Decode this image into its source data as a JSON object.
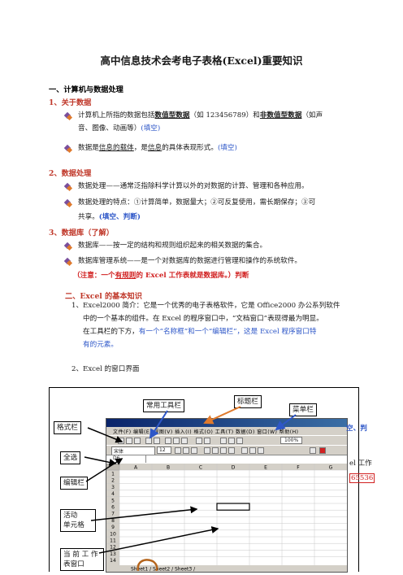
{
  "title": "高中信息技术会考电子表格(Excel)重要知识",
  "sec1": {
    "heading": "一、计算机与数据处理",
    "sub1": {
      "heading": "1、关于数据",
      "b1_a": "计算机上所指的数据包括",
      "b1_b": "数值型数据",
      "b1_c": "（如 123456789）和",
      "b1_d": "非数值型数据",
      "b1_e": "（如声",
      "b1_line2_a": "音、图像、动画等）",
      "b1_line2_b": "(填空)",
      "b2_a": "数据是",
      "b2_b": "信息的载体",
      "b2_c": "，是",
      "b2_d": "信息",
      "b2_e": "的具体表现形式。",
      "b2_f": "(填空)"
    },
    "sub2": {
      "heading": "2、数据处理",
      "b1": "数据处理——通常泛指除科学计算以外的对数据的计算、管理和各种应用。",
      "b2": "数据处理的特点：①计算简单，数据量大；②可反复使用，需长期保存；③可",
      "b2_line2_a": "共享。",
      "b2_line2_b": "(填空、判断)"
    },
    "sub3": {
      "heading": "3、数据库（了解）",
      "b1": "数据库——按一定的结构和规则组织起来的相关数据的集合。",
      "b2": "数据库管理系统——是一个对数据库的数据进行管理和操作的系统软件。",
      "note_a": "（注意：一个",
      "note_b": "有规则",
      "note_c": "的 Excel 工作表就是数据库。）",
      "note_d": "判断"
    }
  },
  "sec2": {
    "heading": "二、Excel 的基本知识",
    "p1_line1": "1、Excel2000 简介：它是一个优秀的电子表格软件，它是 Office2000 办公系列软件",
    "p1_line2": "中的一个基本的组件。在 Excel 的程序窗口中，“文档窗口”表现得最为明显。",
    "p1_line3_a": "在工具栏的下方，",
    "p1_line3_b": "有一个“名称框”和一个“编辑栏”，这是 Excel 程序窗口特",
    "p1_line4": "有的元素。",
    "p2": "2、Excel 的窗口界面"
  },
  "callouts": {
    "common_toolbar": "常用工具栏",
    "title_bar": "标题栏",
    "menu_bar": "菜单栏",
    "format_bar": "格式栏",
    "select_all": "全选",
    "edit_bar": "编辑栏",
    "active_cell_1": "活动",
    "active_cell_2": "单元格",
    "current_sheet_1": "当 前 工 作",
    "current_sheet_2": "表窗口"
  },
  "right_fragments": {
    "frag1": "空、判",
    "frag2": "el 工作",
    "frag3": "65536"
  },
  "excel": {
    "menus": [
      "文件(F)",
      "编辑(E)",
      "视图(V)",
      "插入(I)",
      "格式(O)",
      "工具(T)",
      "数据(D)",
      "窗口(W)",
      "帮助(H)"
    ],
    "zoom": "100%",
    "font_name": "宋体",
    "font_size": "12",
    "name_box": "D6",
    "cols": [
      "A",
      "B",
      "C",
      "D",
      "E",
      "F",
      "G"
    ],
    "rows": [
      "1",
      "2",
      "3",
      "4",
      "5",
      "6",
      "7",
      "8",
      "9",
      "10",
      "11",
      "12",
      "13",
      "14"
    ],
    "tabs": "Sheet1 / Sheet2 / Sheet3 /"
  },
  "colors": {
    "red": "#d12020",
    "blue": "#2e57c8",
    "arrow_orange": "#e07a2c",
    "arrow_blue": "#2e57c8"
  }
}
